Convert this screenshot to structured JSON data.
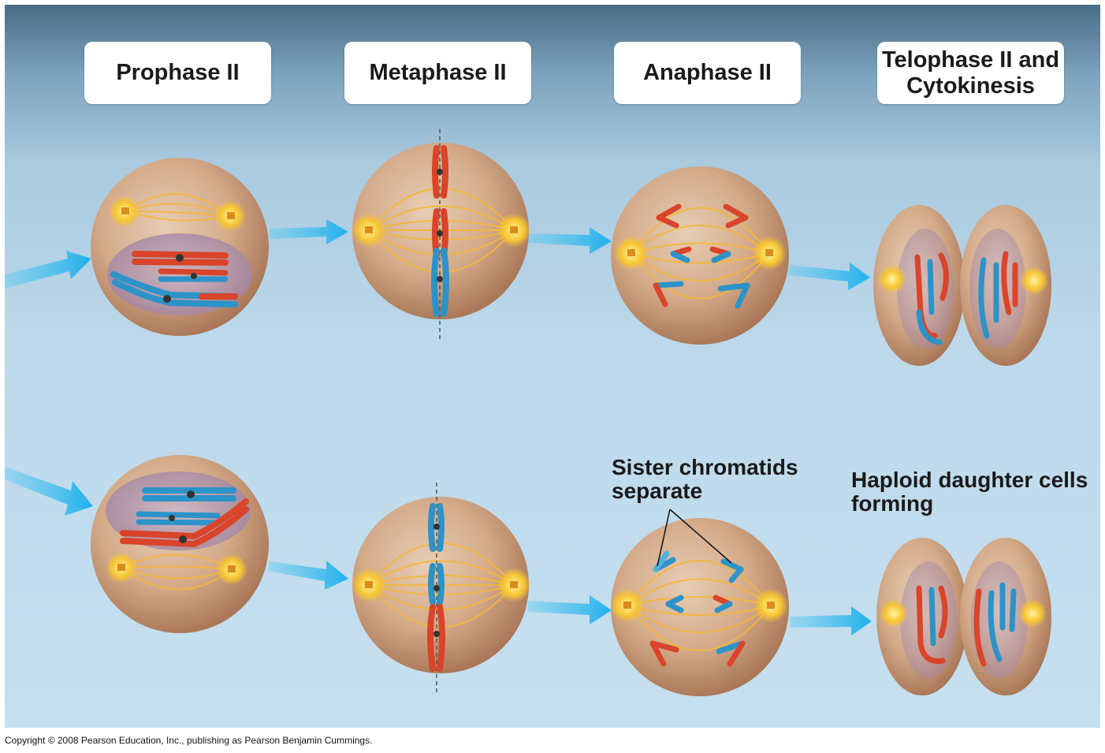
{
  "stages": [
    {
      "label": "Prophase II"
    },
    {
      "label": "Metaphase II"
    },
    {
      "label": "Anaphase II"
    },
    {
      "label": "Telophase II and\nCytokinesis"
    }
  ],
  "callouts": {
    "sister_chromatids": "Sister chromatids\nseparate",
    "haploid_cells": "Haploid daughter cells\nforming"
  },
  "footer": {
    "copyright": "Copyright © 2008 Pearson Education, Inc., publishing as Pearson Benjamin Cummings."
  },
  "colors": {
    "chromosome_red": "#d9442a",
    "chromosome_blue": "#2c93c9",
    "spindle": "#f4b73a",
    "cell": "#c99670",
    "arrow": "#2ab4ea"
  }
}
